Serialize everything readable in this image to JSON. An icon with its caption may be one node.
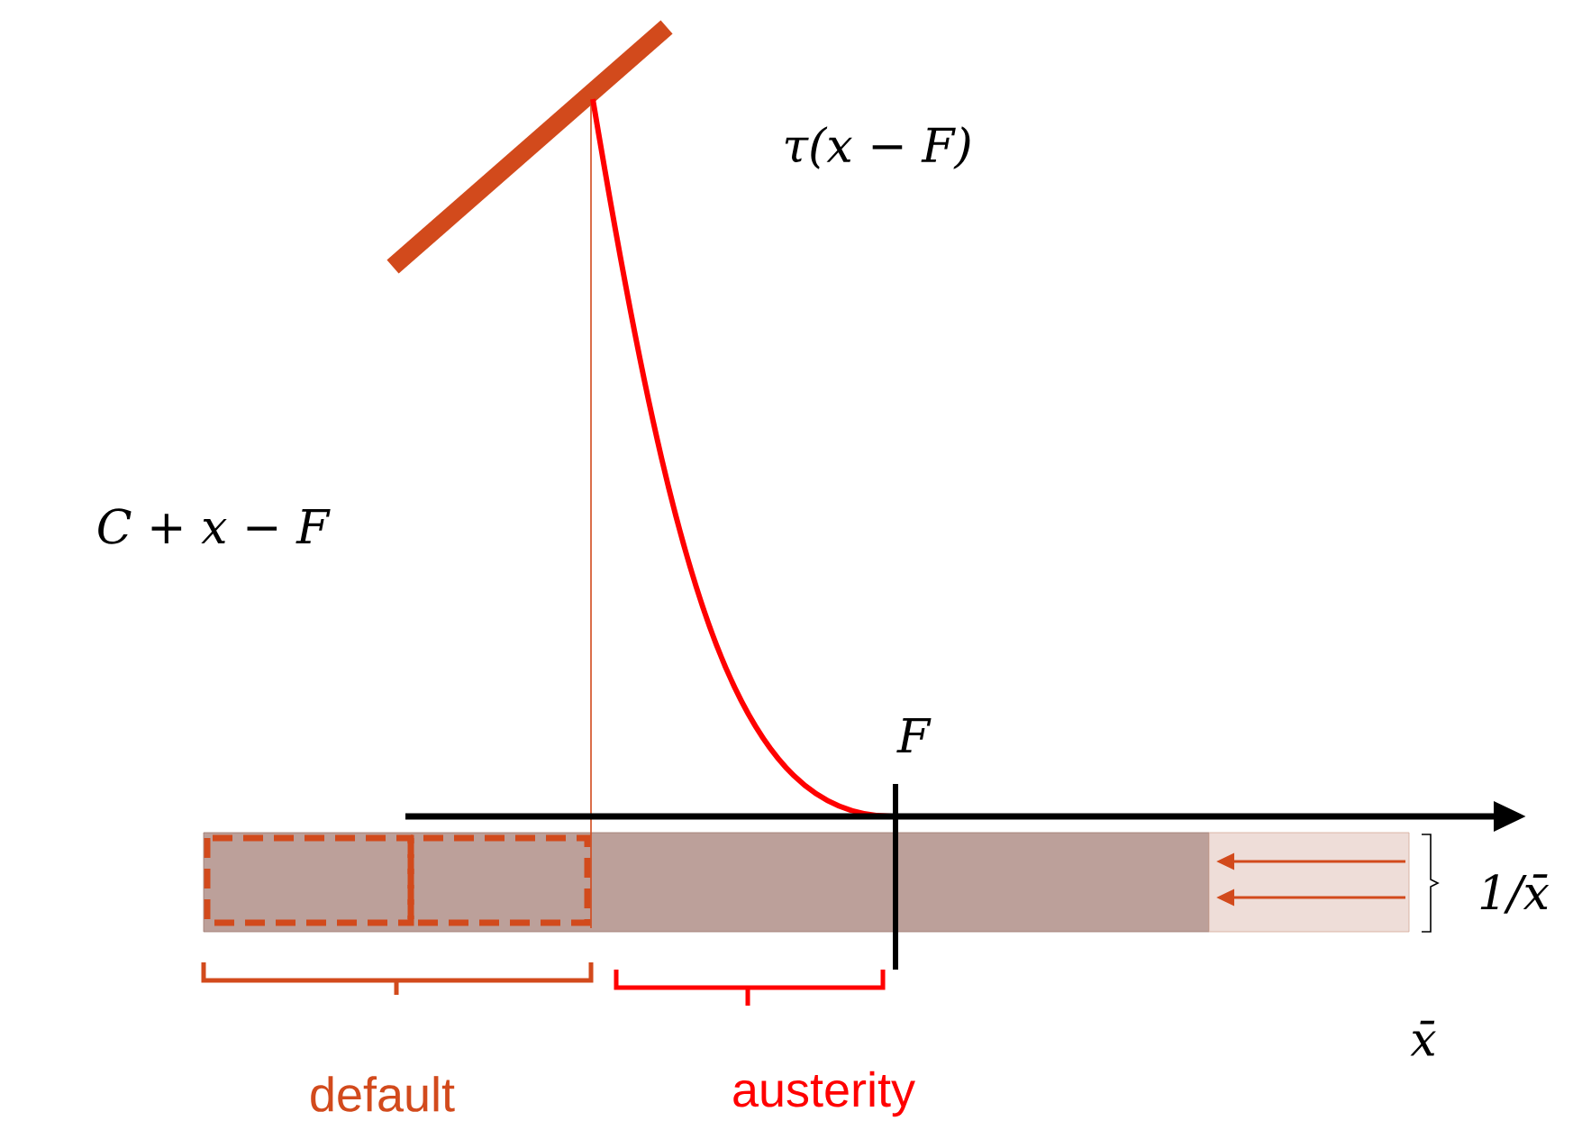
{
  "diagram": {
    "labels": [
      "τ(x − F)",
      "C + x − F",
      "F",
      "1/x̄",
      "x̄",
      "default",
      "austerity"
    ]
  }
}
